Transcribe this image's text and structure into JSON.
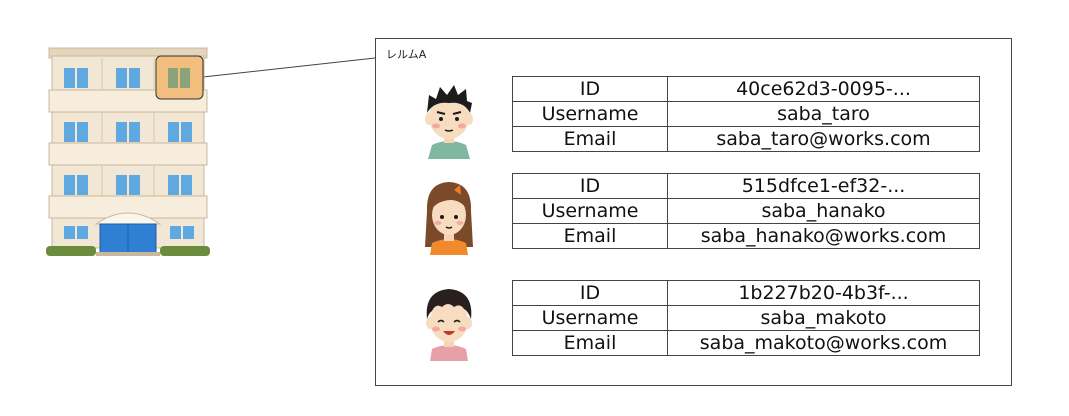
{
  "realm": {
    "label": "レルムA"
  },
  "field_labels": {
    "id": "ID",
    "username": "Username",
    "email": "Email"
  },
  "users": [
    {
      "id": "40ce62d3-0095-...",
      "username": "saba_taro",
      "email": "saba_taro@works.com"
    },
    {
      "id": "515dfce1-ef32-...",
      "username": "saba_hanako",
      "email": "saba_hanako@works.com"
    },
    {
      "id": "1b227b20-4b3f-...",
      "username": "saba_makoto",
      "email": "saba_makoto@works.com"
    }
  ],
  "colors": {
    "building_wall": "#f1e7d4",
    "building_trim": "#e4d6bd",
    "window_blue": "#5fa8e0",
    "door_blue": "#2f7fd4",
    "hedge_green": "#6a8c3c",
    "highlight_orange": "#f2be7e",
    "frame_border": "#444444"
  },
  "icons": {
    "building": "apartment-building-icon",
    "user_1": "man-avatar-icon",
    "user_2": "woman-avatar-icon",
    "user_3": "smiling-person-avatar-icon"
  }
}
